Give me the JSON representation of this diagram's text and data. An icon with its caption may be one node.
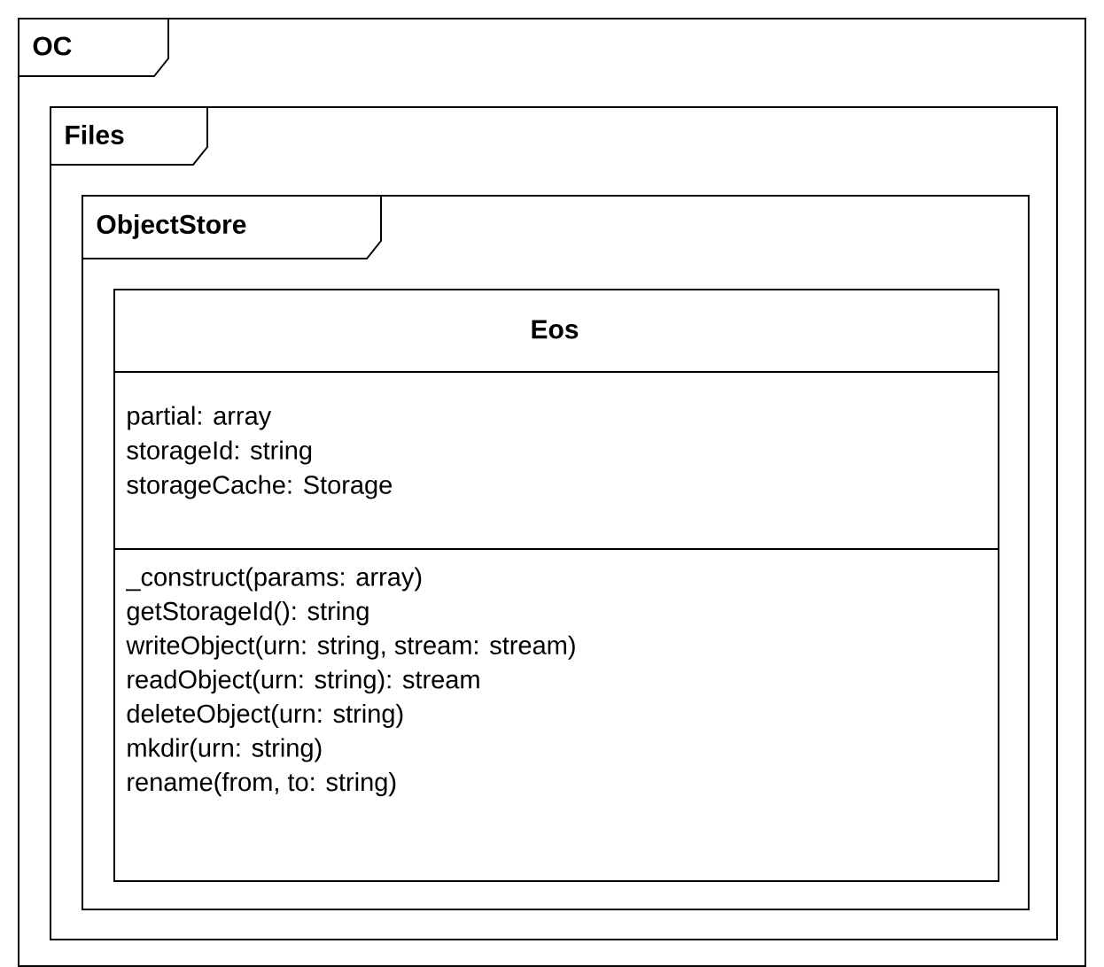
{
  "diagram": {
    "nodes": [
      {
        "text": [
          "OC"
        ]
      },
      {
        "text": [
          "Files"
        ],
        "in": 0
      },
      {
        "text": [
          "ObjectStore"
        ],
        "in": 1
      },
      {
        "text": [
          "Eos",
          "partial: array",
          "storageId: string",
          "storageCache: Storage",
          "_construct(params: array)",
          "getStorageId(): string",
          "writeObject(urn: string, stream: stream)",
          "readObject(urn: string): stream",
          "deleteObject(urn: string)",
          "mkdir(urn: string)",
          "rename(from, to: string)"
        ],
        "in": 2
      }
    ]
  }
}
